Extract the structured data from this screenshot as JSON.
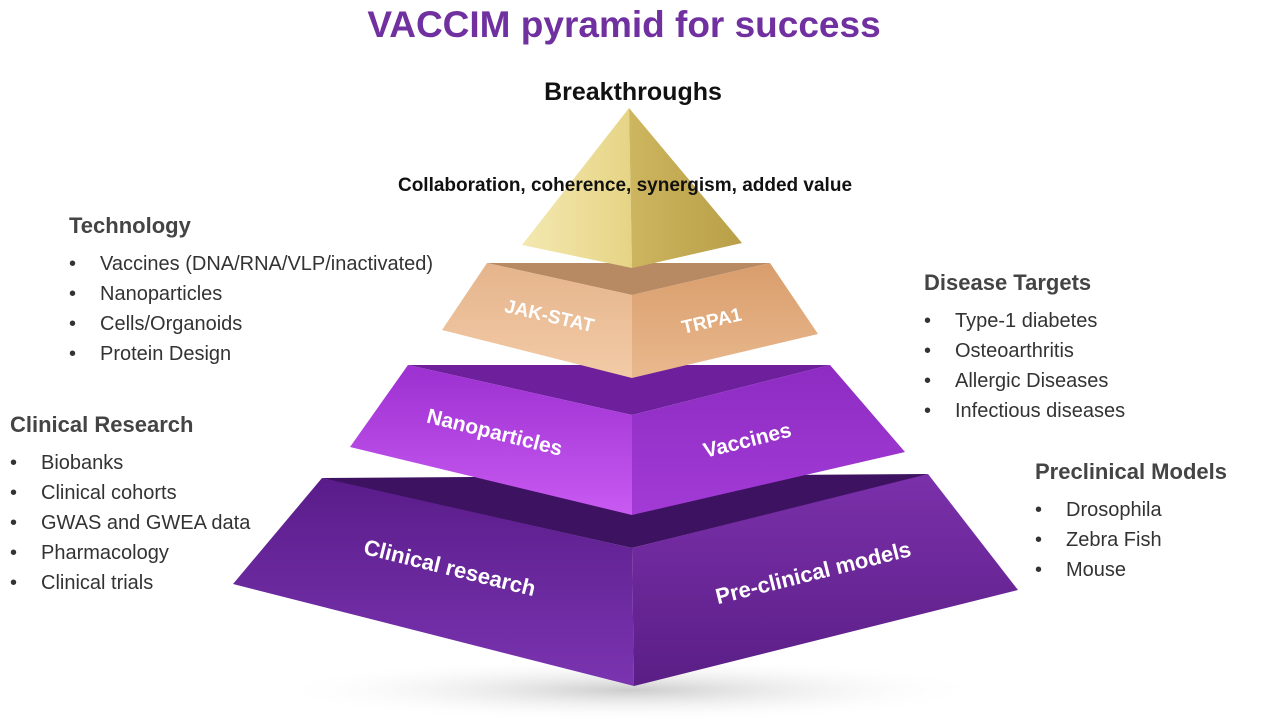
{
  "title": "VACCIM pyramid for success",
  "apex": {
    "label": "Breakthroughs",
    "caption": "Collaboration, coherence, synergism, added value"
  },
  "tiers": {
    "signaling": {
      "left": "JAK-STAT",
      "right": "TRPA1"
    },
    "middle": {
      "left": "Nanoparticles",
      "right": "Vaccines"
    },
    "base": {
      "left": "Clinical research",
      "right": "Pre-clinical models"
    }
  },
  "groups": {
    "technology": {
      "heading": "Technology",
      "items": [
        "Vaccines (DNA/RNA/VLP/inactivated)",
        "Nanoparticles",
        "Cells/Organoids",
        "Protein Design"
      ]
    },
    "clinical": {
      "heading": "Clinical Research",
      "items": [
        "Biobanks",
        "Clinical cohorts",
        "GWAS and GWEA data",
        "Pharmacology",
        "Clinical trials"
      ]
    },
    "disease": {
      "heading": "Disease Targets",
      "items": [
        "Type-1 diabetes",
        "Osteoarthritis",
        "Allergic Diseases",
        "Infectious diseases"
      ]
    },
    "preclinical": {
      "heading": "Preclinical Models",
      "items": [
        "Drosophila",
        "Zebra Fish",
        "Mouse"
      ]
    }
  },
  "colors": {
    "title": "#7030a0",
    "apex_gold": "#e8d888",
    "signaling_tan": "#e0aa80",
    "middle_violet": "#b040e0",
    "base_purple": "#5c1e88"
  }
}
